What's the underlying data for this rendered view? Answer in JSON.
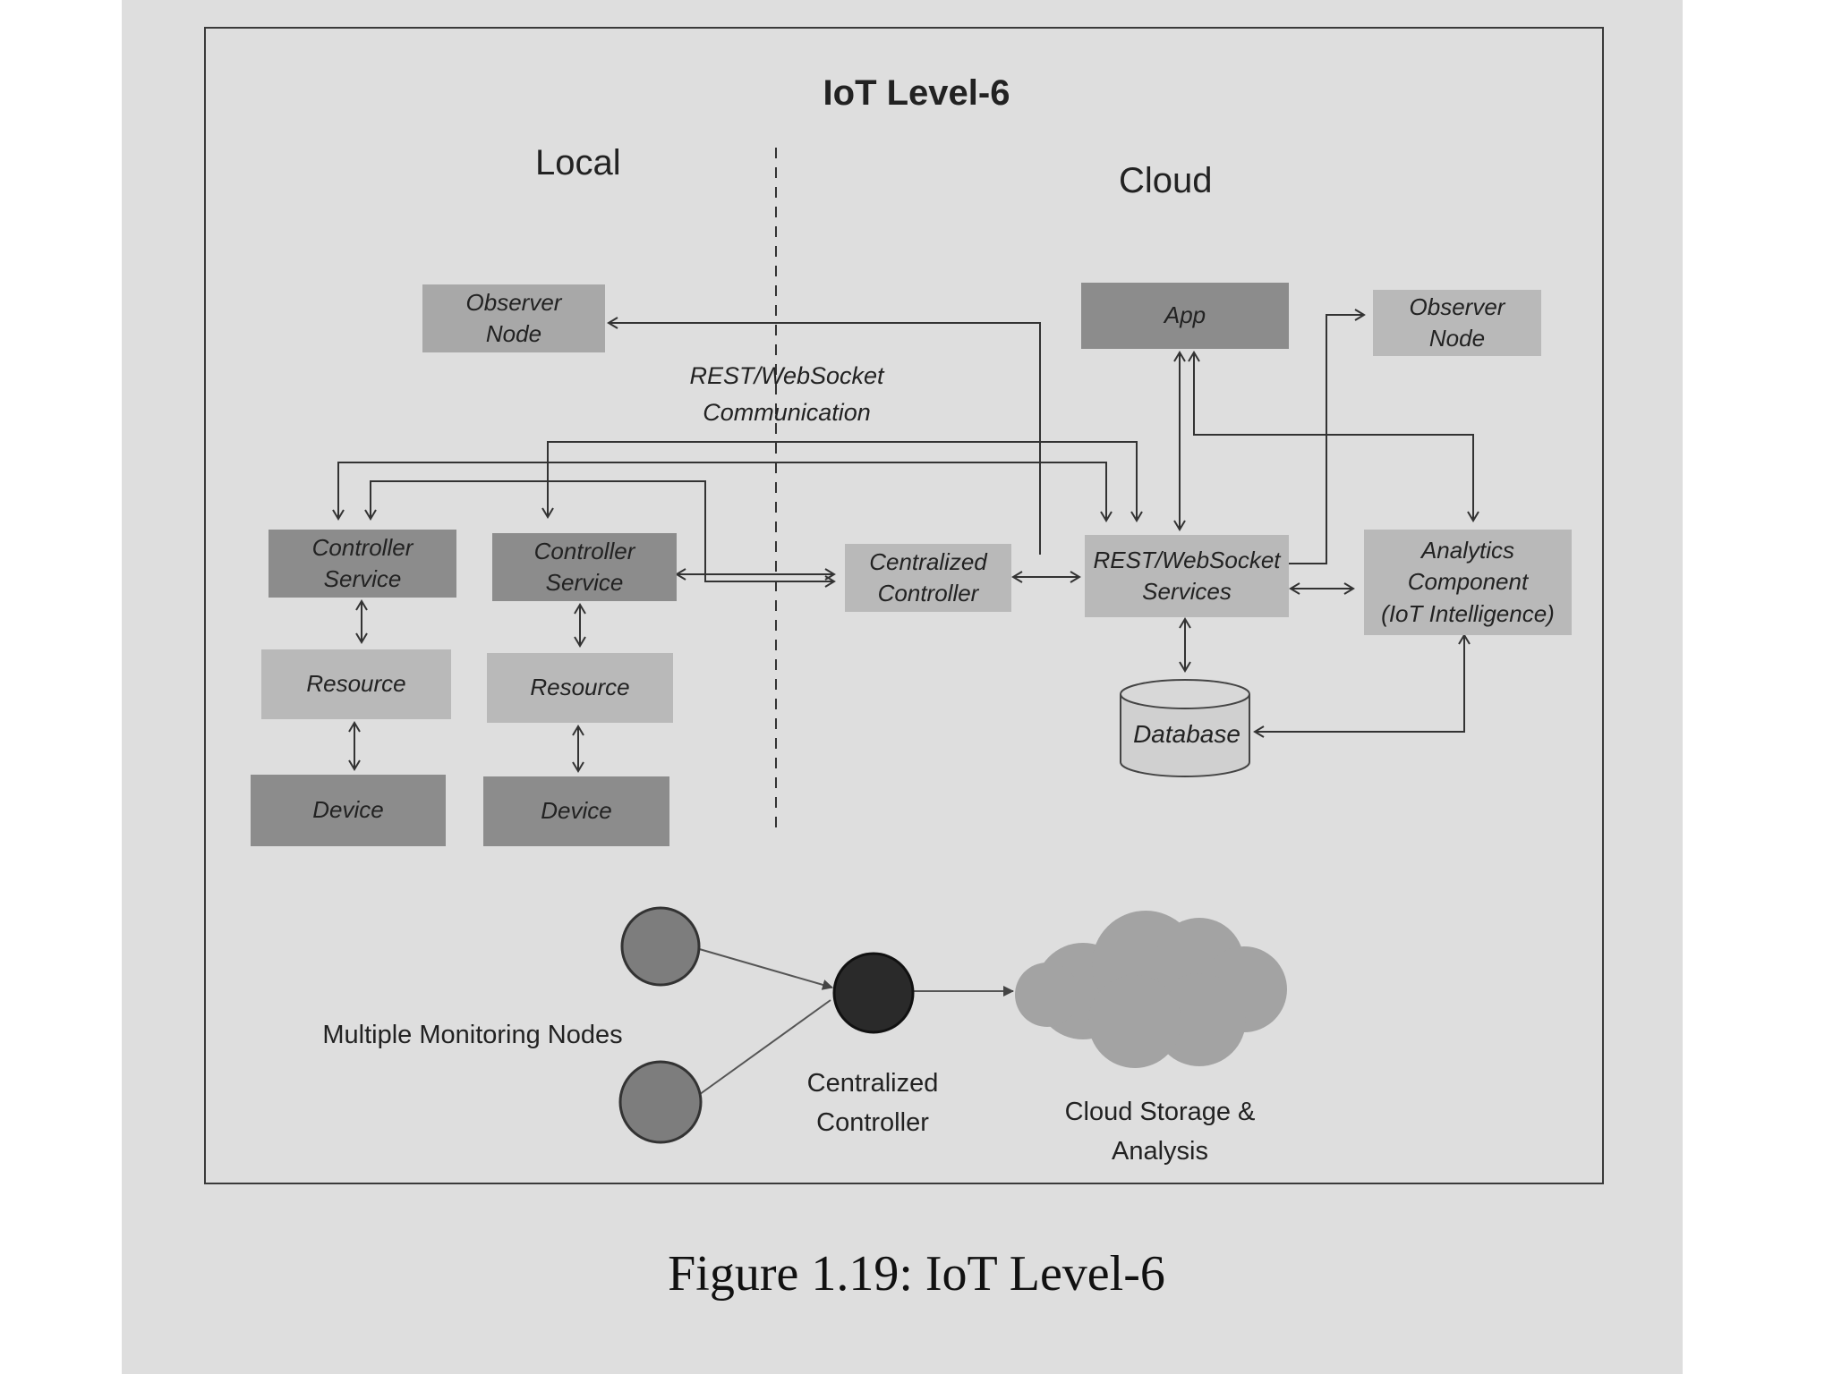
{
  "diagram": {
    "title": "IoT Level-6",
    "regions": {
      "local": "Local",
      "cloud": "Cloud"
    },
    "local_nodes": {
      "observer_node": "Observer\nNode",
      "controller_service_1": "Controller\nService",
      "controller_service_2": "Controller\nService",
      "resource_1": "Resource",
      "resource_2": "Resource",
      "device_1": "Device",
      "device_2": "Device"
    },
    "cloud_nodes": {
      "centralized_controller": "Centralized\nController",
      "rest_services": "REST/WebSocket\nServices",
      "app": "App",
      "observer_node": "Observer\nNode",
      "analytics": "Analytics\nComponent\n(IoT Intelligence)",
      "database": "Database"
    },
    "communication_label": "REST/WebSocket\nCommunication",
    "bottom": {
      "monitoring_nodes": "Multiple Monitoring Nodes",
      "centralized_controller": "Centralized\nController",
      "cloud_storage": "Cloud Storage &\nAnalysis"
    }
  },
  "caption": "Figure 1.19: IoT Level-6",
  "colors": {
    "dark_box": "#8c8c8c",
    "light_box": "#b9b9b9",
    "line": "#333333"
  }
}
